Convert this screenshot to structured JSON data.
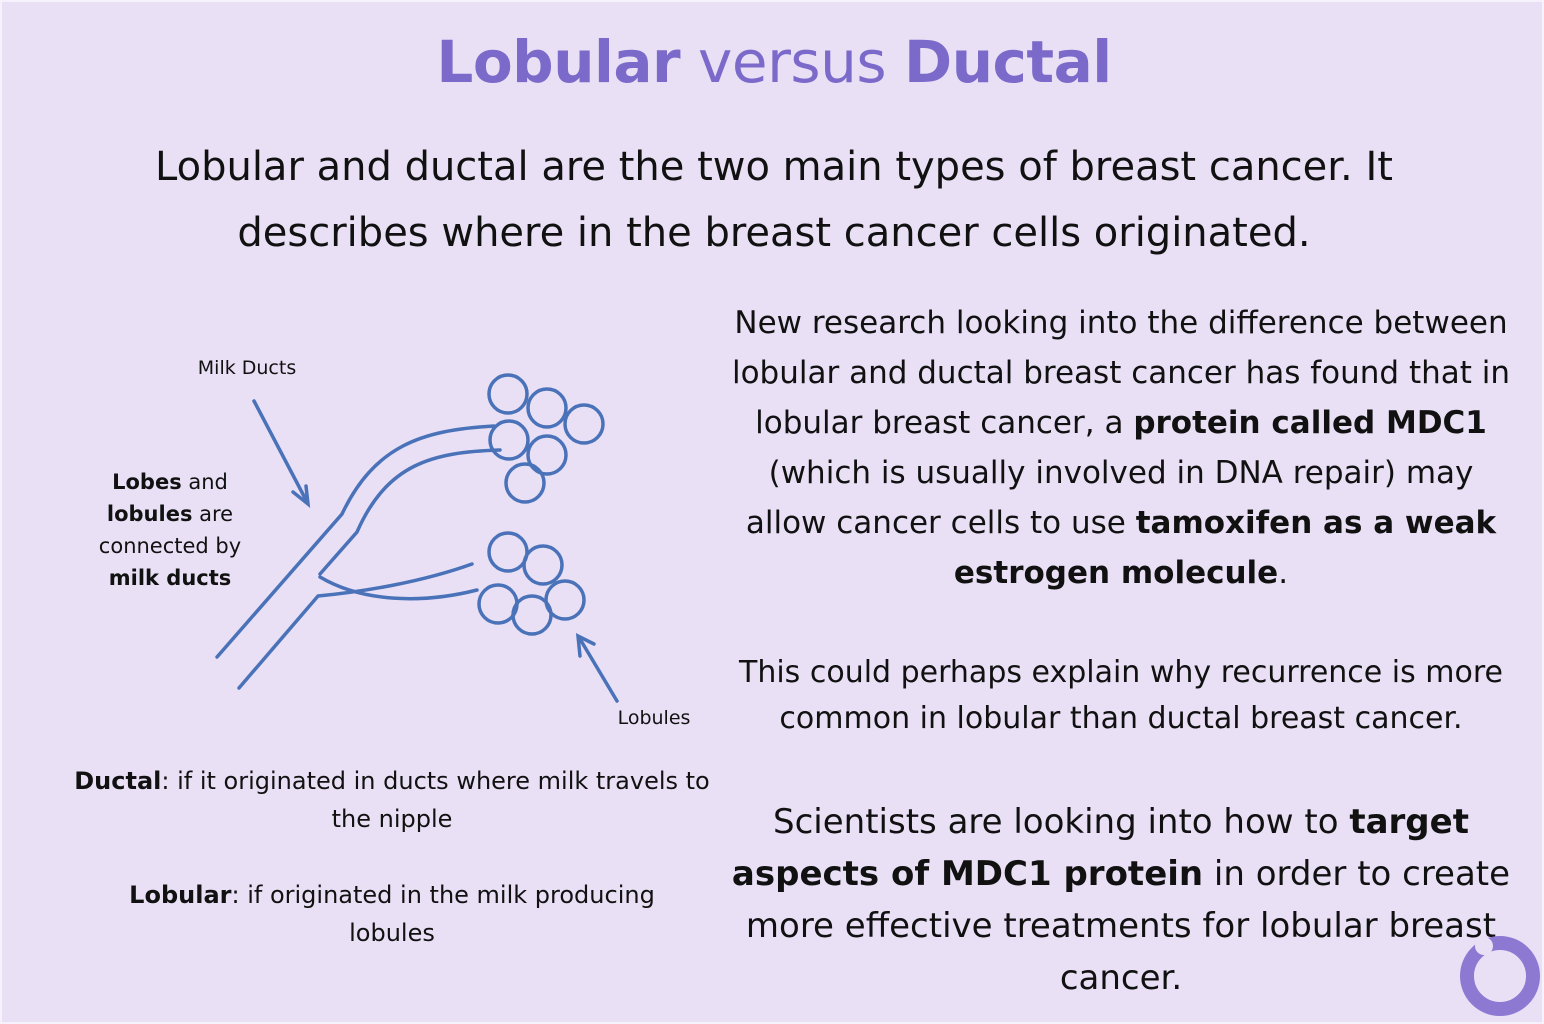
{
  "title": {
    "part1": "Lobular",
    "part2": " versus ",
    "part3": "Ductal"
  },
  "intro": {
    "line1": "Lobular and ductal are the two main types of breast cancer. It",
    "line2": "describes where in the breast cancer cells originated."
  },
  "diagram": {
    "milk_ducts_label": "Milk Ducts",
    "lobes_label": {
      "b1": "Lobes",
      "t1": " and",
      "b2": "lobules",
      "t2": " are",
      "t3": "connected by",
      "b3": "milk ducts"
    },
    "lobules_label": "Lobules"
  },
  "definitions": {
    "ductal": {
      "term": "Ductal",
      "text": ": if it originated in ducts where milk travels to the nipple"
    },
    "lobular": {
      "term": "Lobular",
      "text": ": if originated in the milk producing lobules"
    }
  },
  "paragraphs": {
    "p1": {
      "t1": "New research looking into the difference between lobular and ductal breast cancer has found that in lobular breast cancer, a ",
      "b1": "protein called MDC1",
      "t2": " (which is usually involved in DNA repair) may allow cancer cells to use ",
      "b2": "tamoxifen as a weak estrogen molecule",
      "t3": "."
    },
    "p2": "This could perhaps explain why recurrence is more common in lobular than ductal breast cancer.",
    "p3": {
      "t1": "Scientists are looking into how to ",
      "b1": "target aspects of MDC1 protein",
      "t2": " in order to create more effective treatments for lobular breast cancer."
    }
  },
  "colors": {
    "background": "#e9e0f6",
    "title": "#7b6ac9",
    "diagram_stroke": "#4a72b8",
    "logo": "#8d78d2"
  },
  "icons": {
    "logo": "ring-logo-icon"
  }
}
